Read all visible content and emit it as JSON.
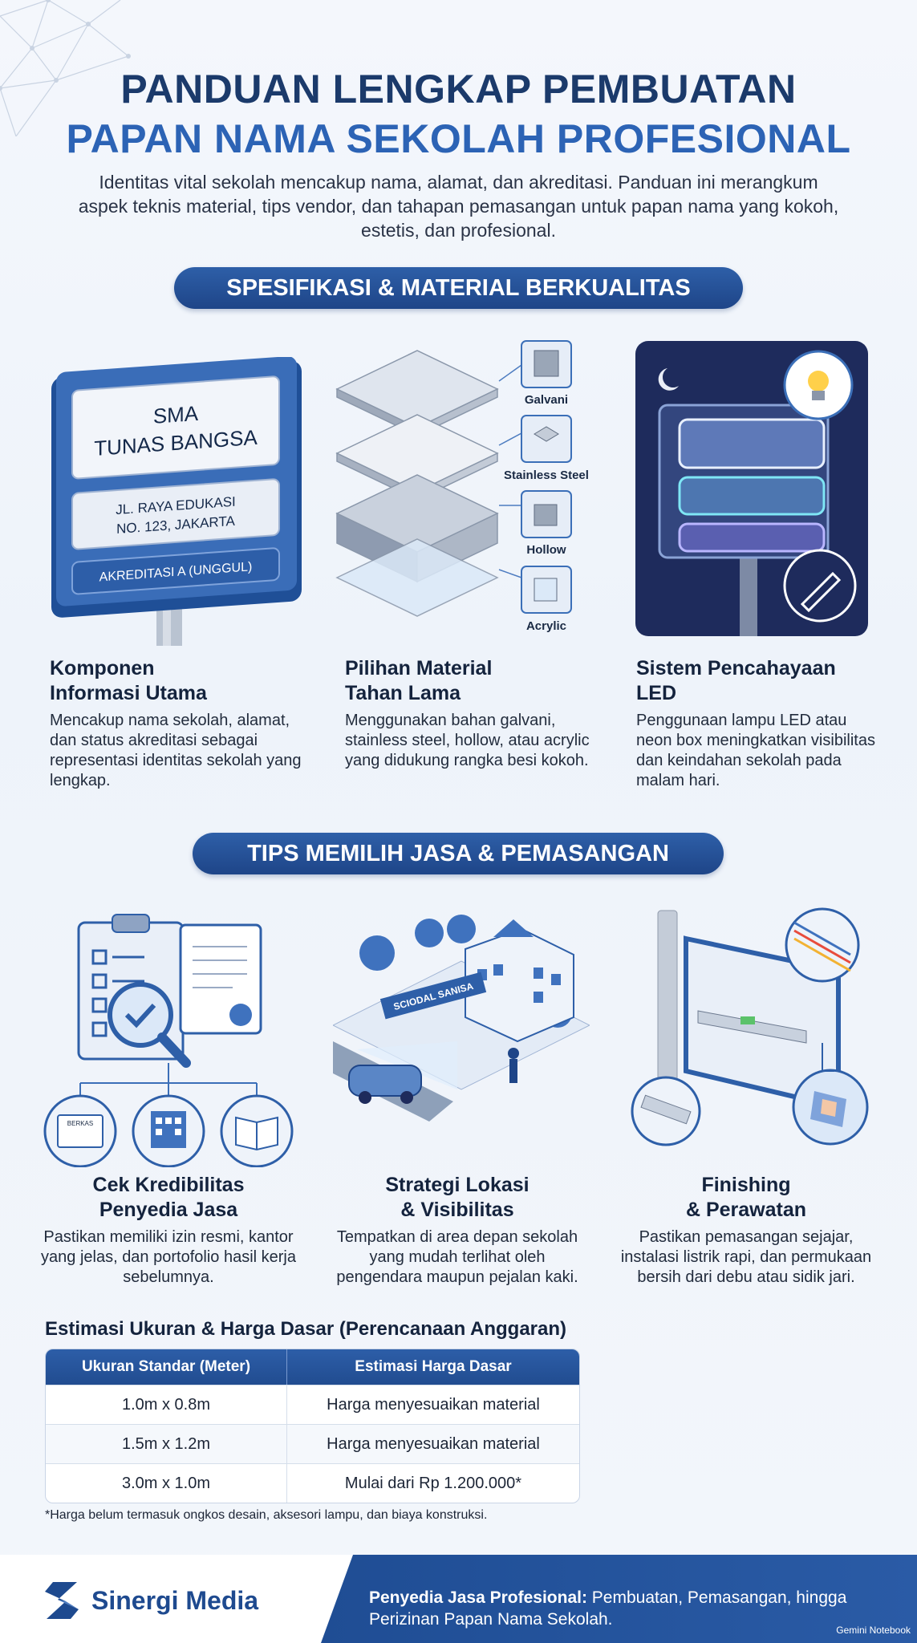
{
  "header": {
    "title_line1": "PANDUAN LENGKAP PEMBUATAN",
    "title_line2": "PAPAN NAMA SEKOLAH PROFESIONAL",
    "intro": "Identitas vital sekolah mencakup nama, alamat, dan akreditasi. Panduan ini merangkum aspek teknis material, tips vendor, dan tahapan pemasangan untuk papan nama yang kokoh, estetis, dan profesional."
  },
  "section1": {
    "heading": "SPESIFIKASI & MATERIAL BERKUALITAS",
    "sign": {
      "name_line1": "SMA",
      "name_line2": "TUNAS BANGSA",
      "address_line1": "JL. RAYA EDUKASI",
      "address_line2": "NO. 123, JAKARTA",
      "accreditation": "AKREDITASI A (UNGGUL)"
    },
    "materials": [
      "Galvani",
      "Stainless Steel",
      "Hollow",
      "Acrylic"
    ],
    "cards": [
      {
        "title_line1": "Komponen",
        "title_line2": "Informasi Utama",
        "text": "Mencakup nama sekolah, alamat, dan status akreditasi sebagai representasi identitas sekolah yang lengkap."
      },
      {
        "title_line1": "Pilihan Material",
        "title_line2": "Tahan Lama",
        "text": "Menggunakan bahan galvani, stainless steel, hollow, atau acrylic yang didukung rangka besi kokoh."
      },
      {
        "title_line1": "Sistem Pencahayaan",
        "title_line2": "LED",
        "text": "Penggunaan lampu LED atau neon box meningkatkan visibilitas dan keindahan sekolah pada malam hari."
      }
    ]
  },
  "section2": {
    "heading": "TIPS MEMILIH JASA & PEMASANGAN",
    "cert_label": "BERKAS",
    "street_sign": "SCIODAL SANISA",
    "cards": [
      {
        "title_line1": "Cek Kredibilitas",
        "title_line2": "Penyedia Jasa",
        "text": "Pastikan memiliki izin resmi, kantor yang jelas, dan portofolio hasil kerja sebelumnya."
      },
      {
        "title_line1": "Strategi Lokasi",
        "title_line2": "& Visibilitas",
        "text": "Tempatkan di area depan sekolah yang mudah terlihat oleh pengendara maupun pejalan kaki."
      },
      {
        "title_line1": "Finishing",
        "title_line2": "& Perawatan",
        "text": "Pastikan pemasangan sejajar, instalasi listrik rapi, dan permukaan bersih dari debu atau sidik jari."
      }
    ]
  },
  "estimate": {
    "title": "Estimasi Ukuran & Harga Dasar (Perencanaan Anggaran)",
    "headers": [
      "Ukuran Standar (Meter)",
      "Estimasi Harga Dasar"
    ],
    "rows": [
      [
        "1.0m x 0.8m",
        "Harga menyesuaikan material"
      ],
      [
        "1.5m x 1.2m",
        "Harga menyesuaikan material"
      ],
      [
        "3.0m x 1.0m",
        "Mulai dari Rp 1.200.000*"
      ]
    ],
    "note": "*Harga belum termasuk ongkos desain, aksesori lampu, dan biaya konstruksi."
  },
  "footer": {
    "brand": "Sinergi Media",
    "label": "Penyedia Jasa Profesional:",
    "text": " Pembuatan, Pemasangan, hingga Perizinan Papan Nama Sekolah.",
    "watermark": "Gemini Notebook"
  },
  "colors": {
    "primary": "#1e4588",
    "accent": "#2c63b5",
    "title": "#1b3a6b",
    "background": "#f4f7fc"
  }
}
